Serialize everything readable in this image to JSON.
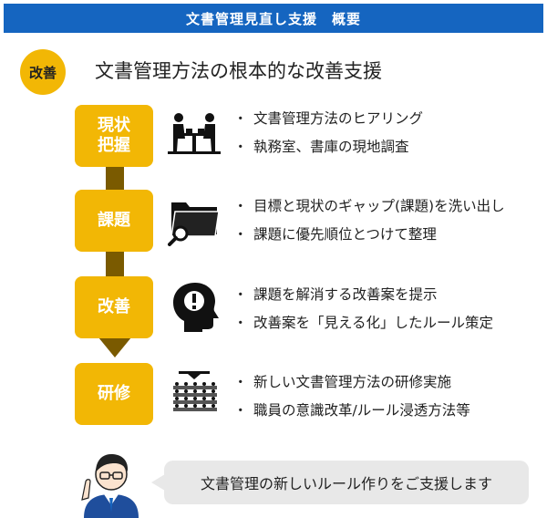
{
  "header": {
    "title": "文書管理見直し支援　概要"
  },
  "badge": {
    "label": "改善"
  },
  "main_title": "文書管理方法の根本的な改善支援",
  "steps": [
    {
      "label_lines": [
        "現状",
        "把握"
      ],
      "icon": "meeting-icon",
      "bullets": [
        "文書管理方法のヒアリング",
        "執務室、書庫の現地調査"
      ]
    },
    {
      "label_lines": [
        "課題"
      ],
      "icon": "folder-search-icon",
      "bullets": [
        "目標と現状のギャップ(課題)を洗い出し",
        "課題に優先順位とつけて整理"
      ]
    },
    {
      "label_lines": [
        "改善"
      ],
      "icon": "head-idea-icon",
      "bullets": [
        "課題を解消する改善案を提示",
        "改善案を「見える化」したルール策定"
      ]
    },
    {
      "label_lines": [
        "研修"
      ],
      "icon": "seminar-icon",
      "bullets": [
        "新しい文書管理方法の研修実施",
        "職員の意識改革/ルール浸透方法等"
      ]
    }
  ],
  "bullet_marker": "・",
  "footer": {
    "message": "文書管理の新しいルール作りをご支援します"
  },
  "colors": {
    "header_bg": "#1565c0",
    "step_bg": "#f2b705",
    "connector": "#7a5a00",
    "bubble_bg": "#e8e8e8"
  }
}
